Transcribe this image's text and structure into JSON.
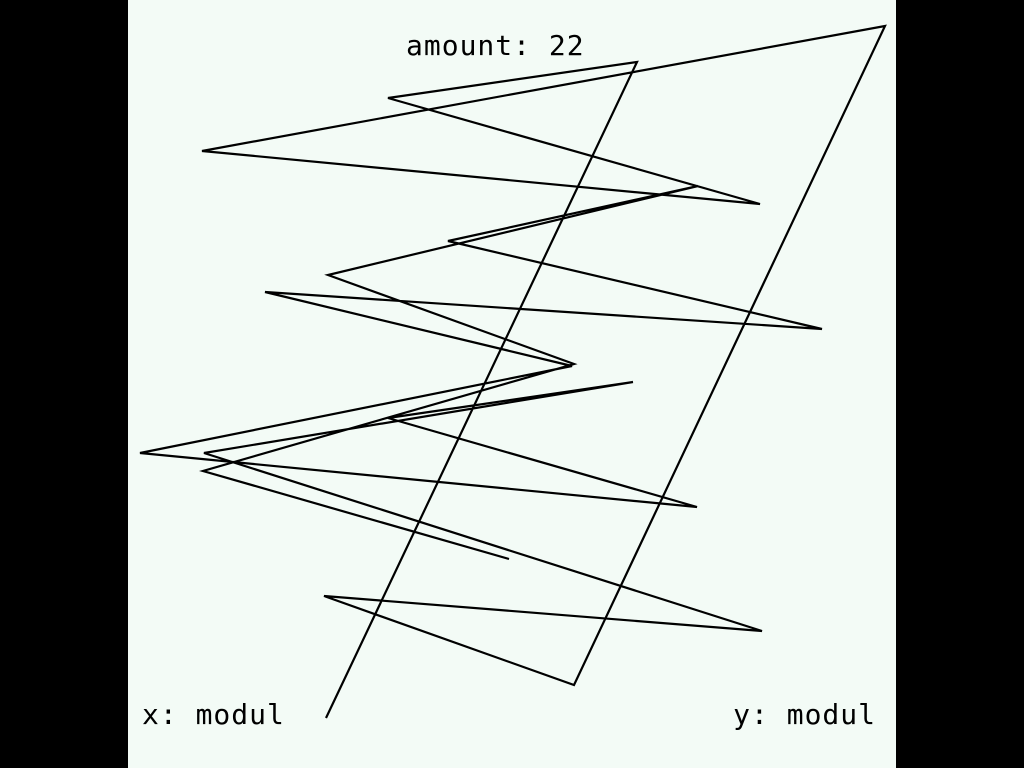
{
  "amount_label": "amount: 22",
  "x_label": "x: modul",
  "y_label": "y: modul",
  "colors": {
    "background": "#f3fbf6",
    "border": "#000000",
    "line": "#000000"
  },
  "pattern": {
    "shape": "lissajous-polyline",
    "amount": 22,
    "x_mode": "modul",
    "y_mode": "modul"
  }
}
